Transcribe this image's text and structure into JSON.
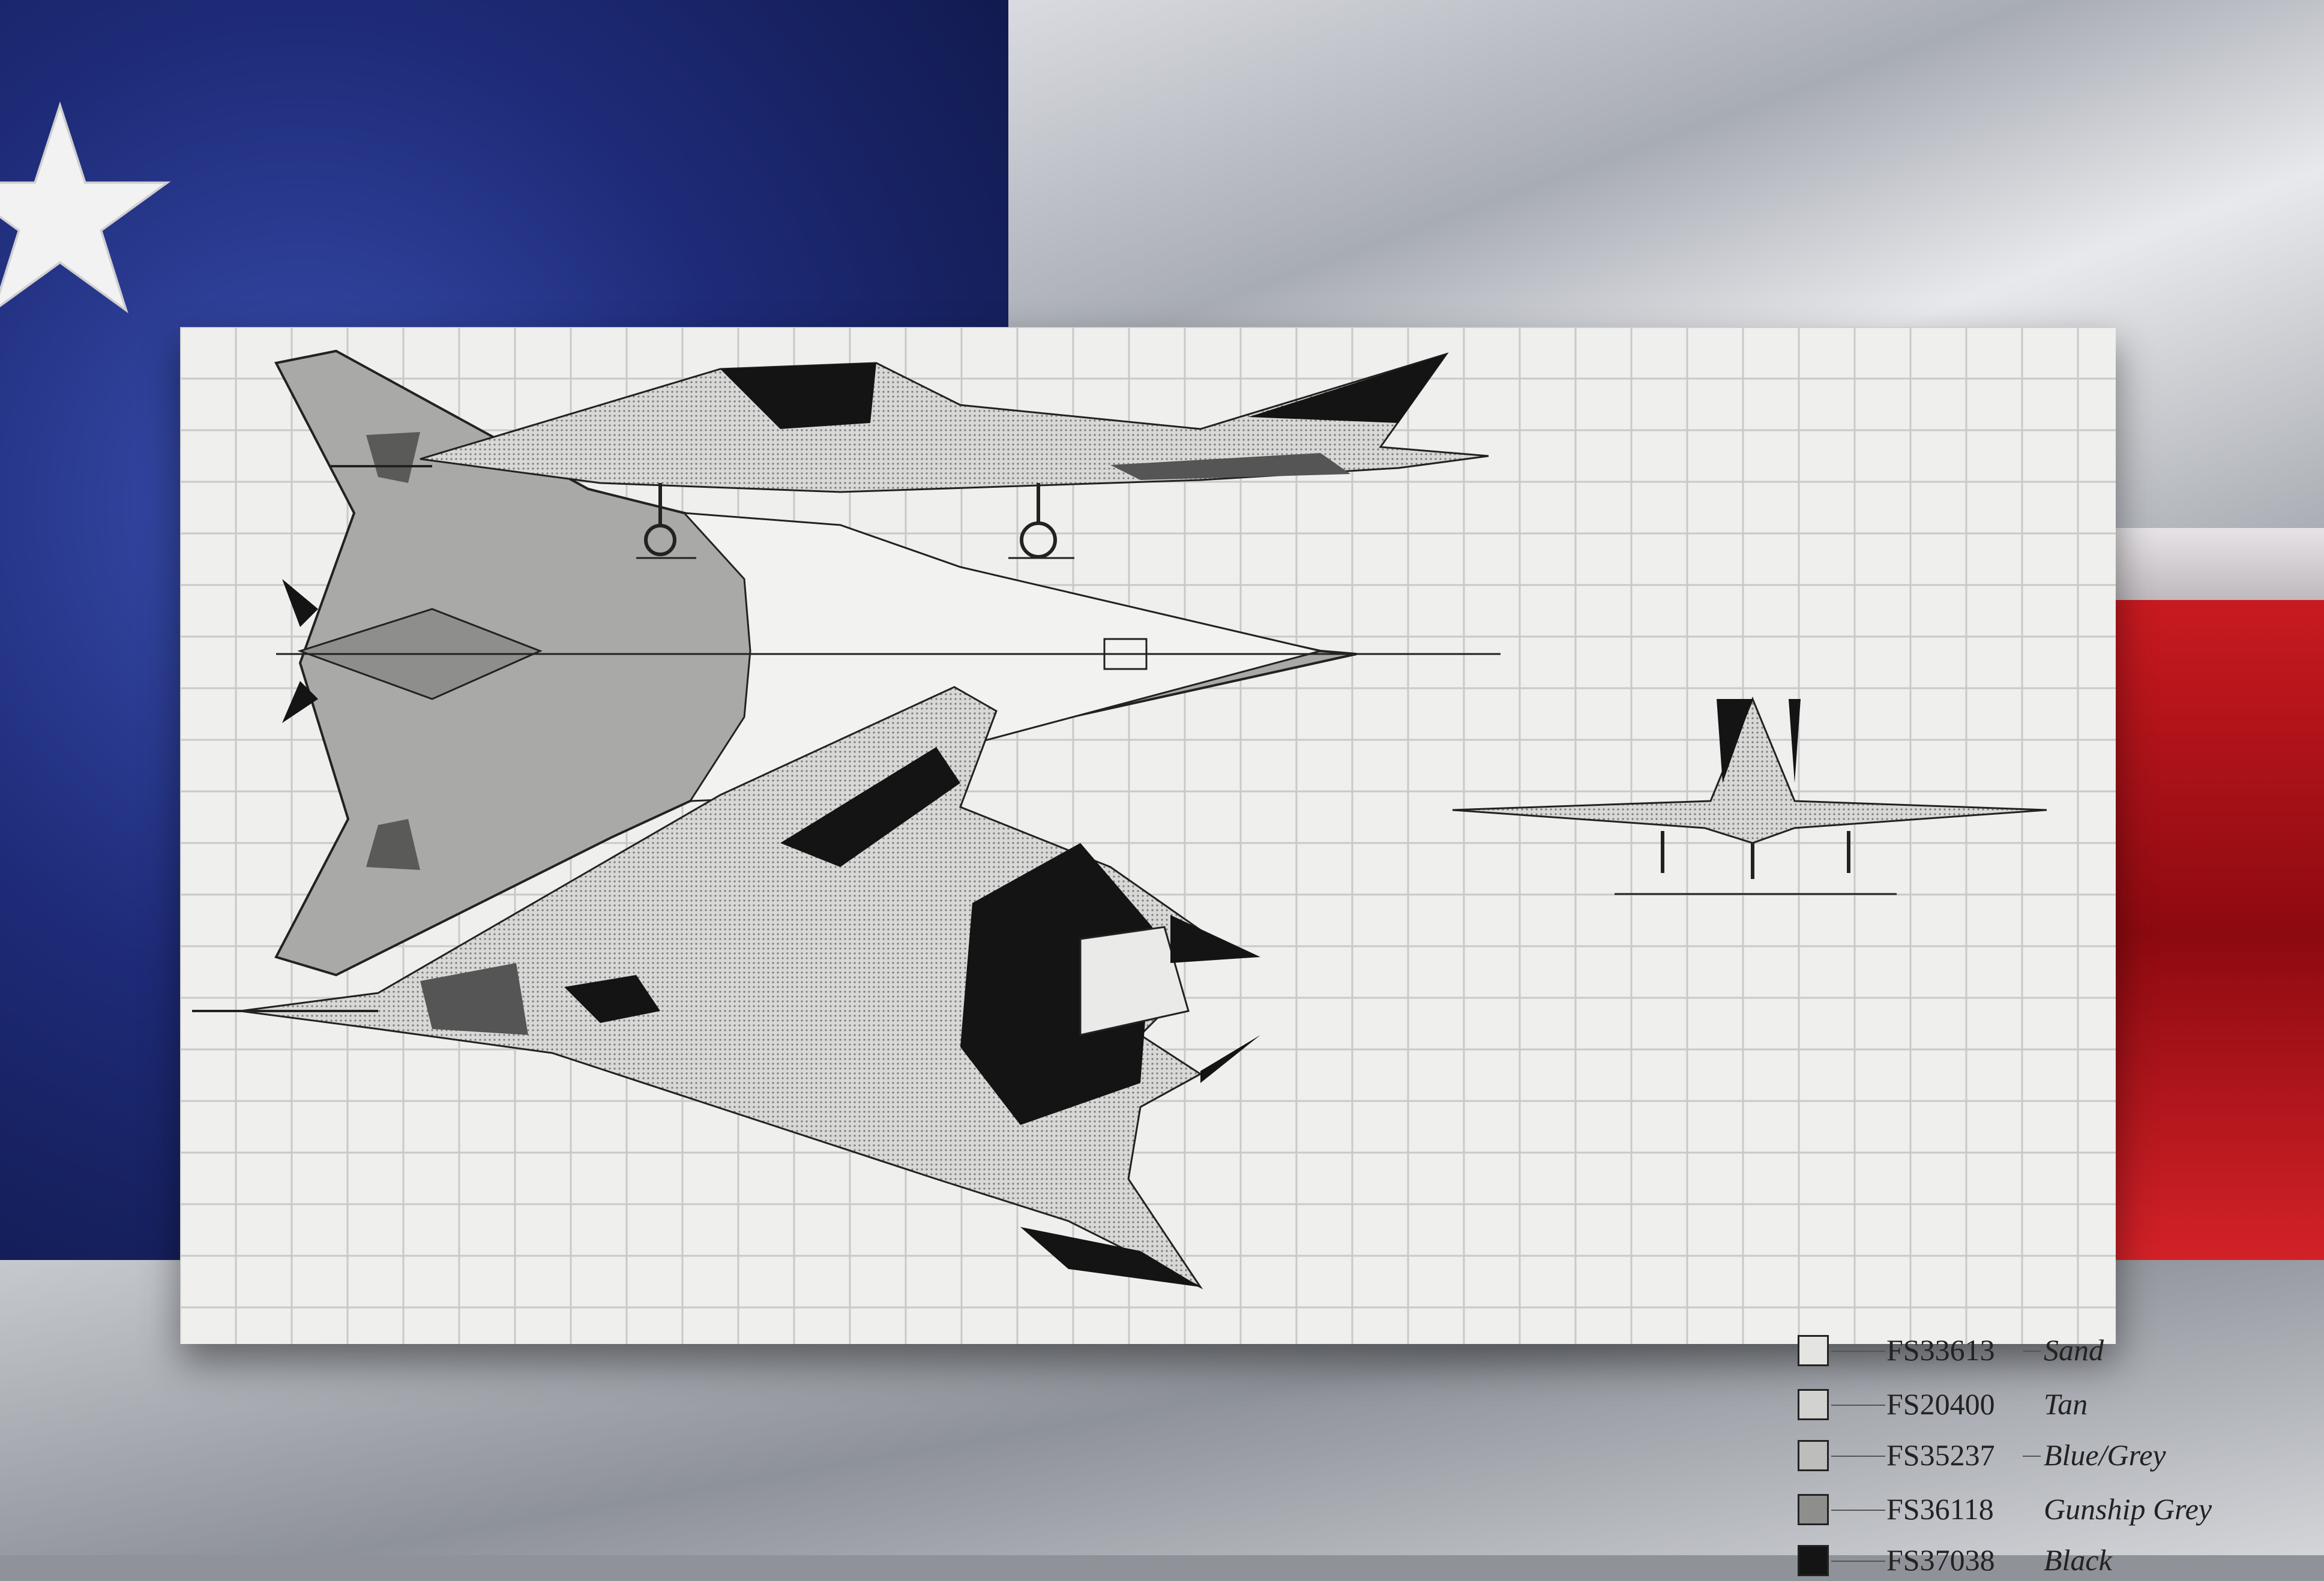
{
  "legend": [
    {
      "code": "FS33613",
      "name": "Sand",
      "color": "#e4e4e2"
    },
    {
      "code": "FS20400",
      "name": "Tan",
      "color": "#d2d2d0"
    },
    {
      "code": "FS35237",
      "name": "Blue/Grey",
      "color": "#bdbdbb"
    },
    {
      "code": "FS36118",
      "name": "Gunship Grey",
      "color": "#8e8e8c"
    },
    {
      "code": "FS37038",
      "name": "Black",
      "color": "#141414"
    }
  ]
}
